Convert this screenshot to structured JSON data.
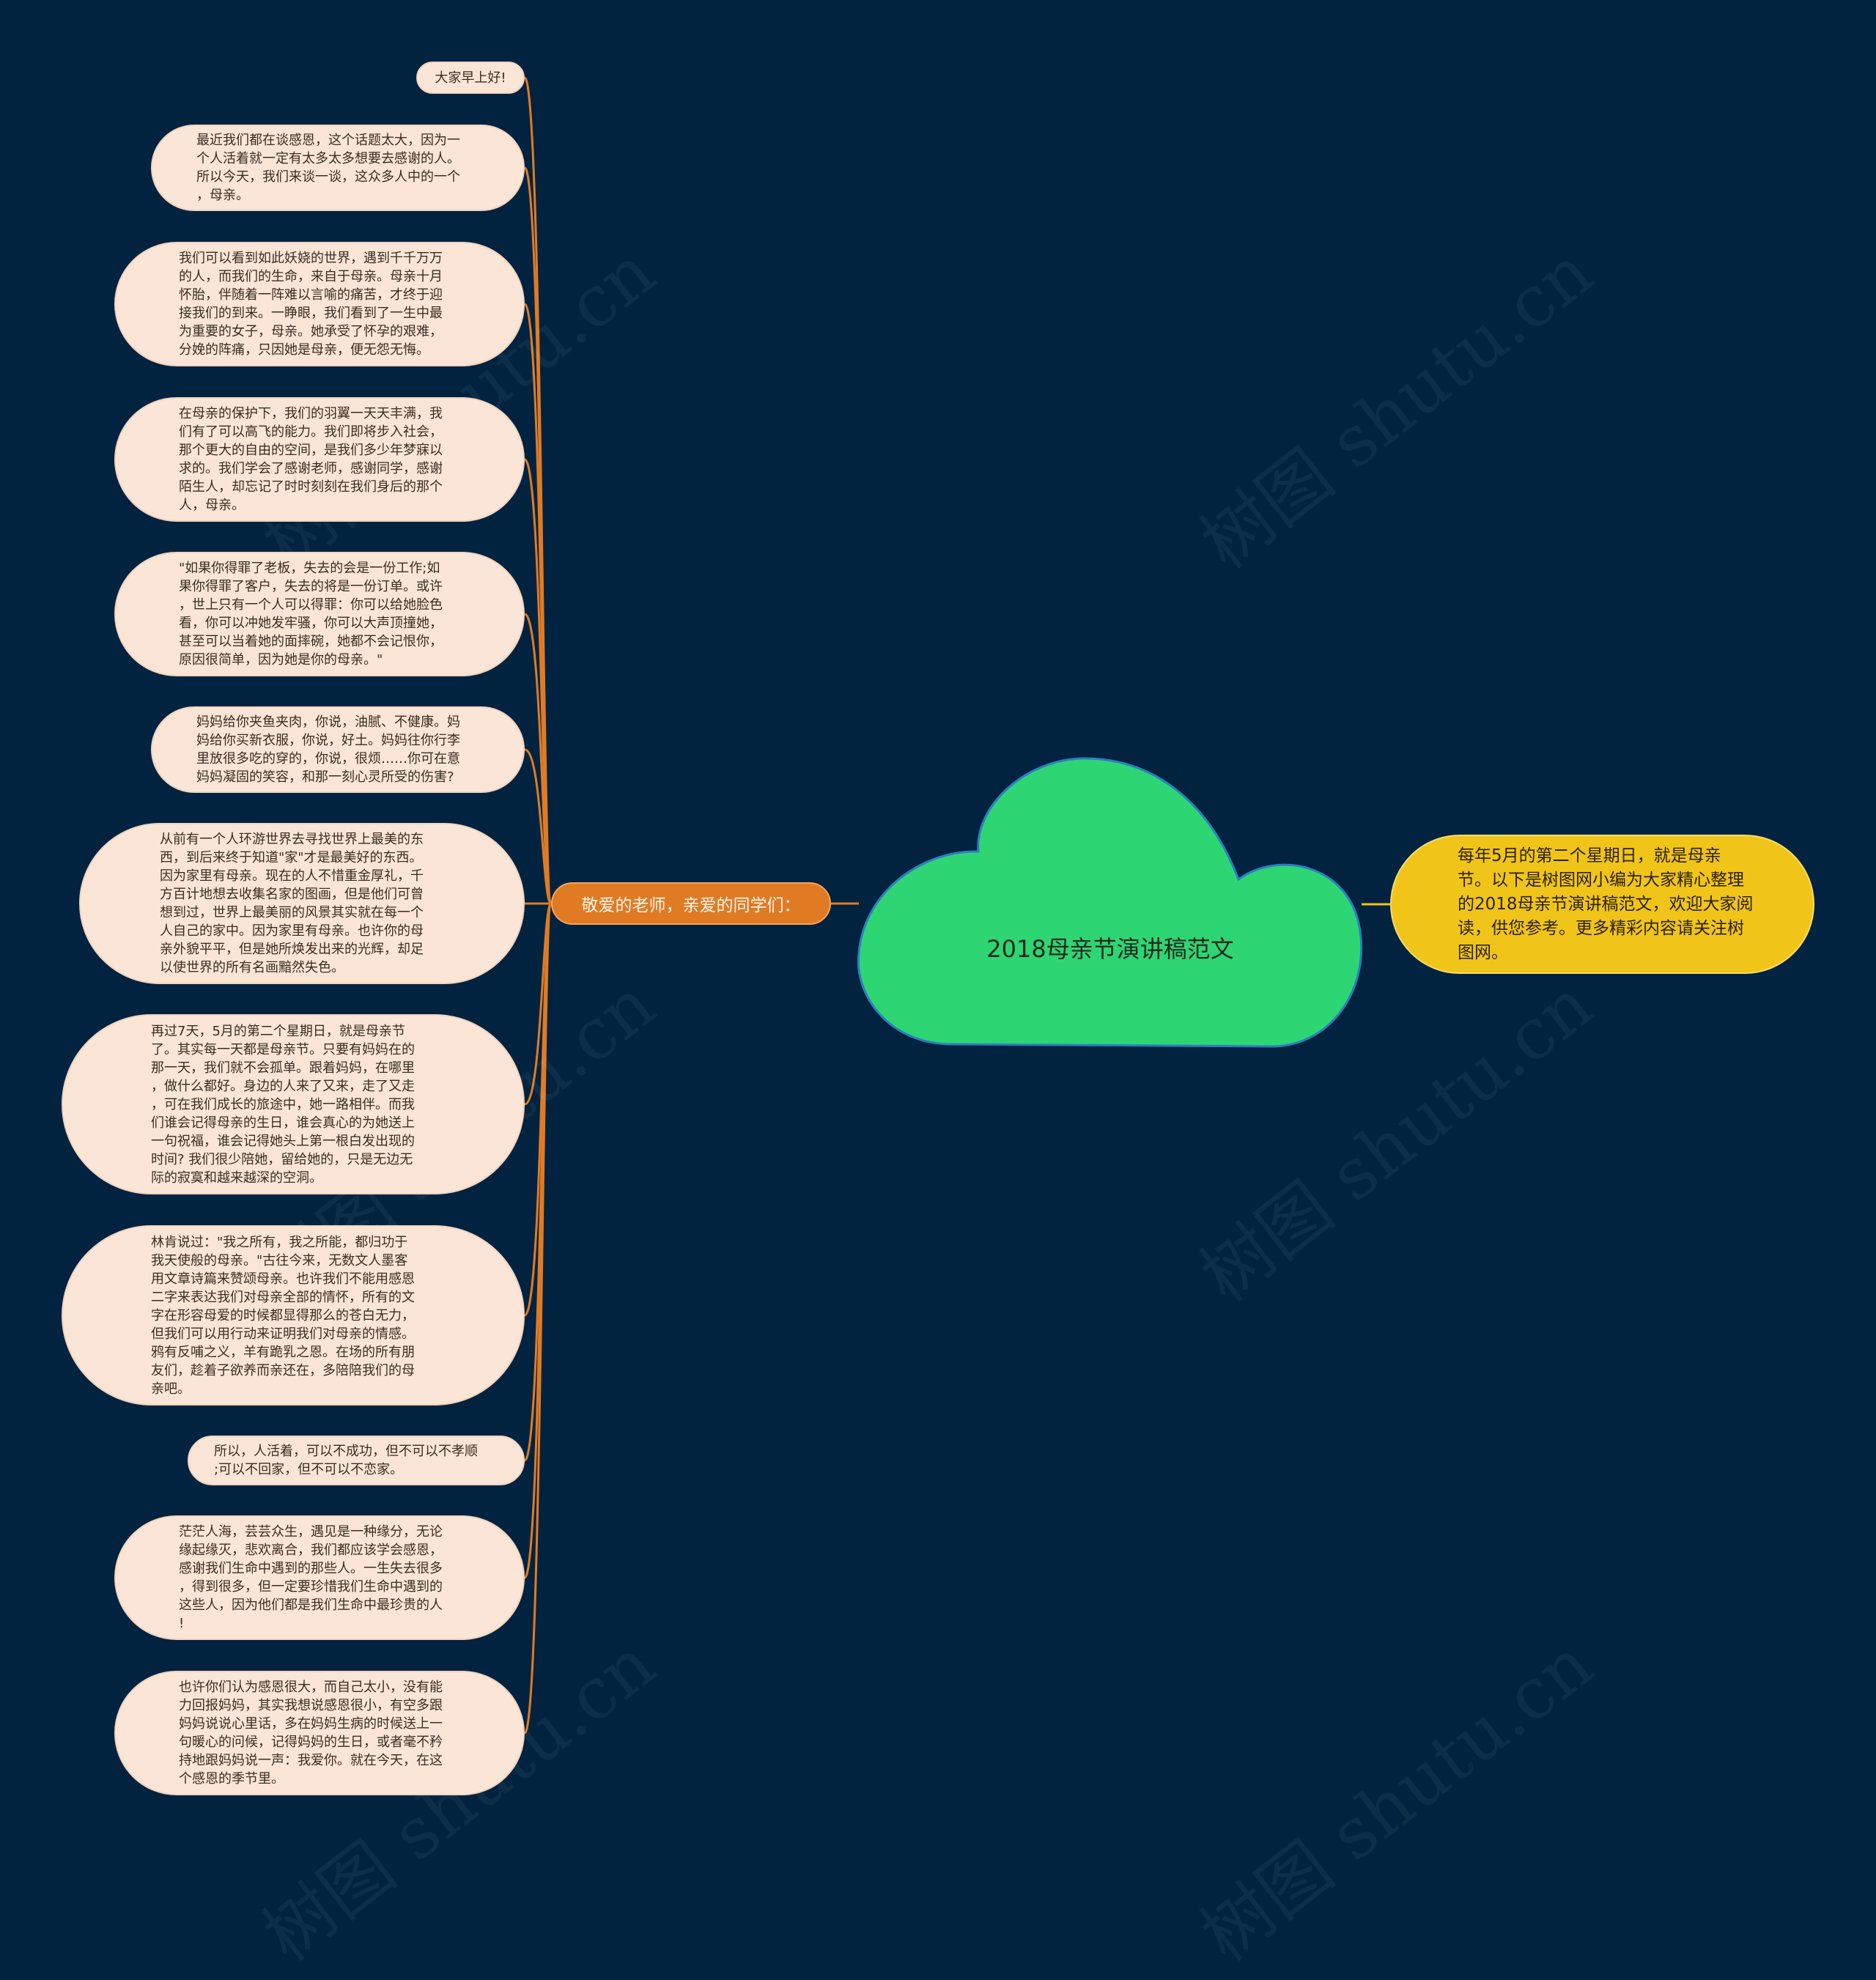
{
  "title": "2018母亲节演讲稿范文",
  "branch": "敬爱的老师，亲爱的同学们：",
  "summary": "每年5月的第二个星期日，就是母亲节。以下是树图网小编为大家精心整理的2018母亲节演讲稿范文，欢迎大家阅读，供您参考。更多精彩内容请关注树图网。",
  "watermark": "树图 shutu.cn",
  "leaves": [
    "大家早上好!",
    "最近我们都在谈感恩，这个话题太大，因为一\n个人活着就一定有太多太多想要去感谢的人。\n所以今天，我们来谈一谈，这众多人中的一个\n，母亲。",
    "我们可以看到如此妖娆的世界，遇到千千万万\n的人，而我们的生命，来自于母亲。母亲十月\n怀胎，伴随着一阵难以言喻的痛苦，才终于迎\n接我们的到来。一睁眼，我们看到了一生中最\n为重要的女子，母亲。她承受了怀孕的艰难，\n分娩的阵痛，只因她是母亲，便无怨无悔。",
    "在母亲的保护下，我们的羽翼一天天丰满，我\n们有了可以高飞的能力。我们即将步入社会，\n那个更大的自由的空间，是我们多少年梦寐以\n求的。我们学会了感谢老师，感谢同学，感谢\n陌生人，却忘记了时时刻刻在我们身后的那个\n人，母亲。",
    "\"如果你得罪了老板，失去的会是一份工作;如\n果你得罪了客户，失去的将是一份订单。或许\n，世上只有一个人可以得罪：你可以给她脸色\n看，你可以冲她发牢骚，你可以大声顶撞她，\n甚至可以当着她的面摔碗，她都不会记恨你，\n原因很简单，因为她是你的母亲。\"",
    "妈妈给你夹鱼夹肉，你说，油腻、不健康。妈\n妈给你买新衣服，你说，好土。妈妈往你行李\n里放很多吃的穿的，你说，很烦……你可在意\n妈妈凝固的笑容，和那一刻心灵所受的伤害?",
    "从前有一个人环游世界去寻找世界上最美的东\n西，到后来终于知道\"家\"才是最美好的东西。\n因为家里有母亲。现在的人不惜重金厚礼，千\n方百计地想去收集名家的图画，但是他们可曾\n想到过，世界上最美丽的风景其实就在每一个\n人自己的家中。因为家里有母亲。也许你的母\n亲外貌平平，但是她所焕发出来的光辉，却足\n以使世界的所有名画黯然失色。",
    "再过7天，5月的第二个星期日，就是母亲节\n了。其实每一天都是母亲节。只要有妈妈在的\n那一天，我们就不会孤单。跟着妈妈，在哪里\n，做什么都好。身边的人来了又来，走了又走\n，可在我们成长的旅途中，她一路相伴。而我\n们谁会记得母亲的生日，谁会真心的为她送上\n一句祝福，谁会记得她头上第一根白发出现的\n时间? 我们很少陪她，留给她的，只是无边无\n际的寂寞和越来越深的空洞。",
    "林肯说过：\"我之所有，我之所能，都归功于\n我天使般的母亲。\"古往今来，无数文人墨客\n用文章诗篇来赞颂母亲。也许我们不能用感恩\n二字来表达我们对母亲全部的情怀，所有的文\n字在形容母爱的时候都显得那么的苍白无力，\n但我们可以用行动来证明我们对母亲的情感。\n鸦有反哺之义，羊有跪乳之恩。在场的所有朋\n友们，趁着子欲养而亲还在，多陪陪我们的母\n亲吧。",
    "所以，人活着，可以不成功，但不可以不孝顺\n;可以不回家，但不可以不恋家。",
    "茫茫人海，芸芸众生，遇见是一种缘分，无论\n缘起缘灭，悲欢离合，我们都应该学会感恩，\n感谢我们生命中遇到的那些人。一生失去很多\n，得到很多，但一定要珍惜我们生命中遇到的\n这些人，因为他们都是我们生命中最珍贵的人\n!",
    "也许你们认为感恩很大，而自己太小，没有能\n力回报妈妈，其实我想说感恩很小，有空多跟\n妈妈说说心里话，多在妈妈生病的时候送上一\n句暖心的问候，记得妈妈的生日，或者毫不矜\n持地跟妈妈说一声：我爱你。就在今天，在这\n个感恩的季节里。"
  ],
  "colors": {
    "background": "#012340",
    "cloud": "#2ed573",
    "branch": "#e07b24",
    "connector": "#e07b24",
    "leaf_fill": "#fbe5d6",
    "summary_fill": "#f0c419"
  }
}
